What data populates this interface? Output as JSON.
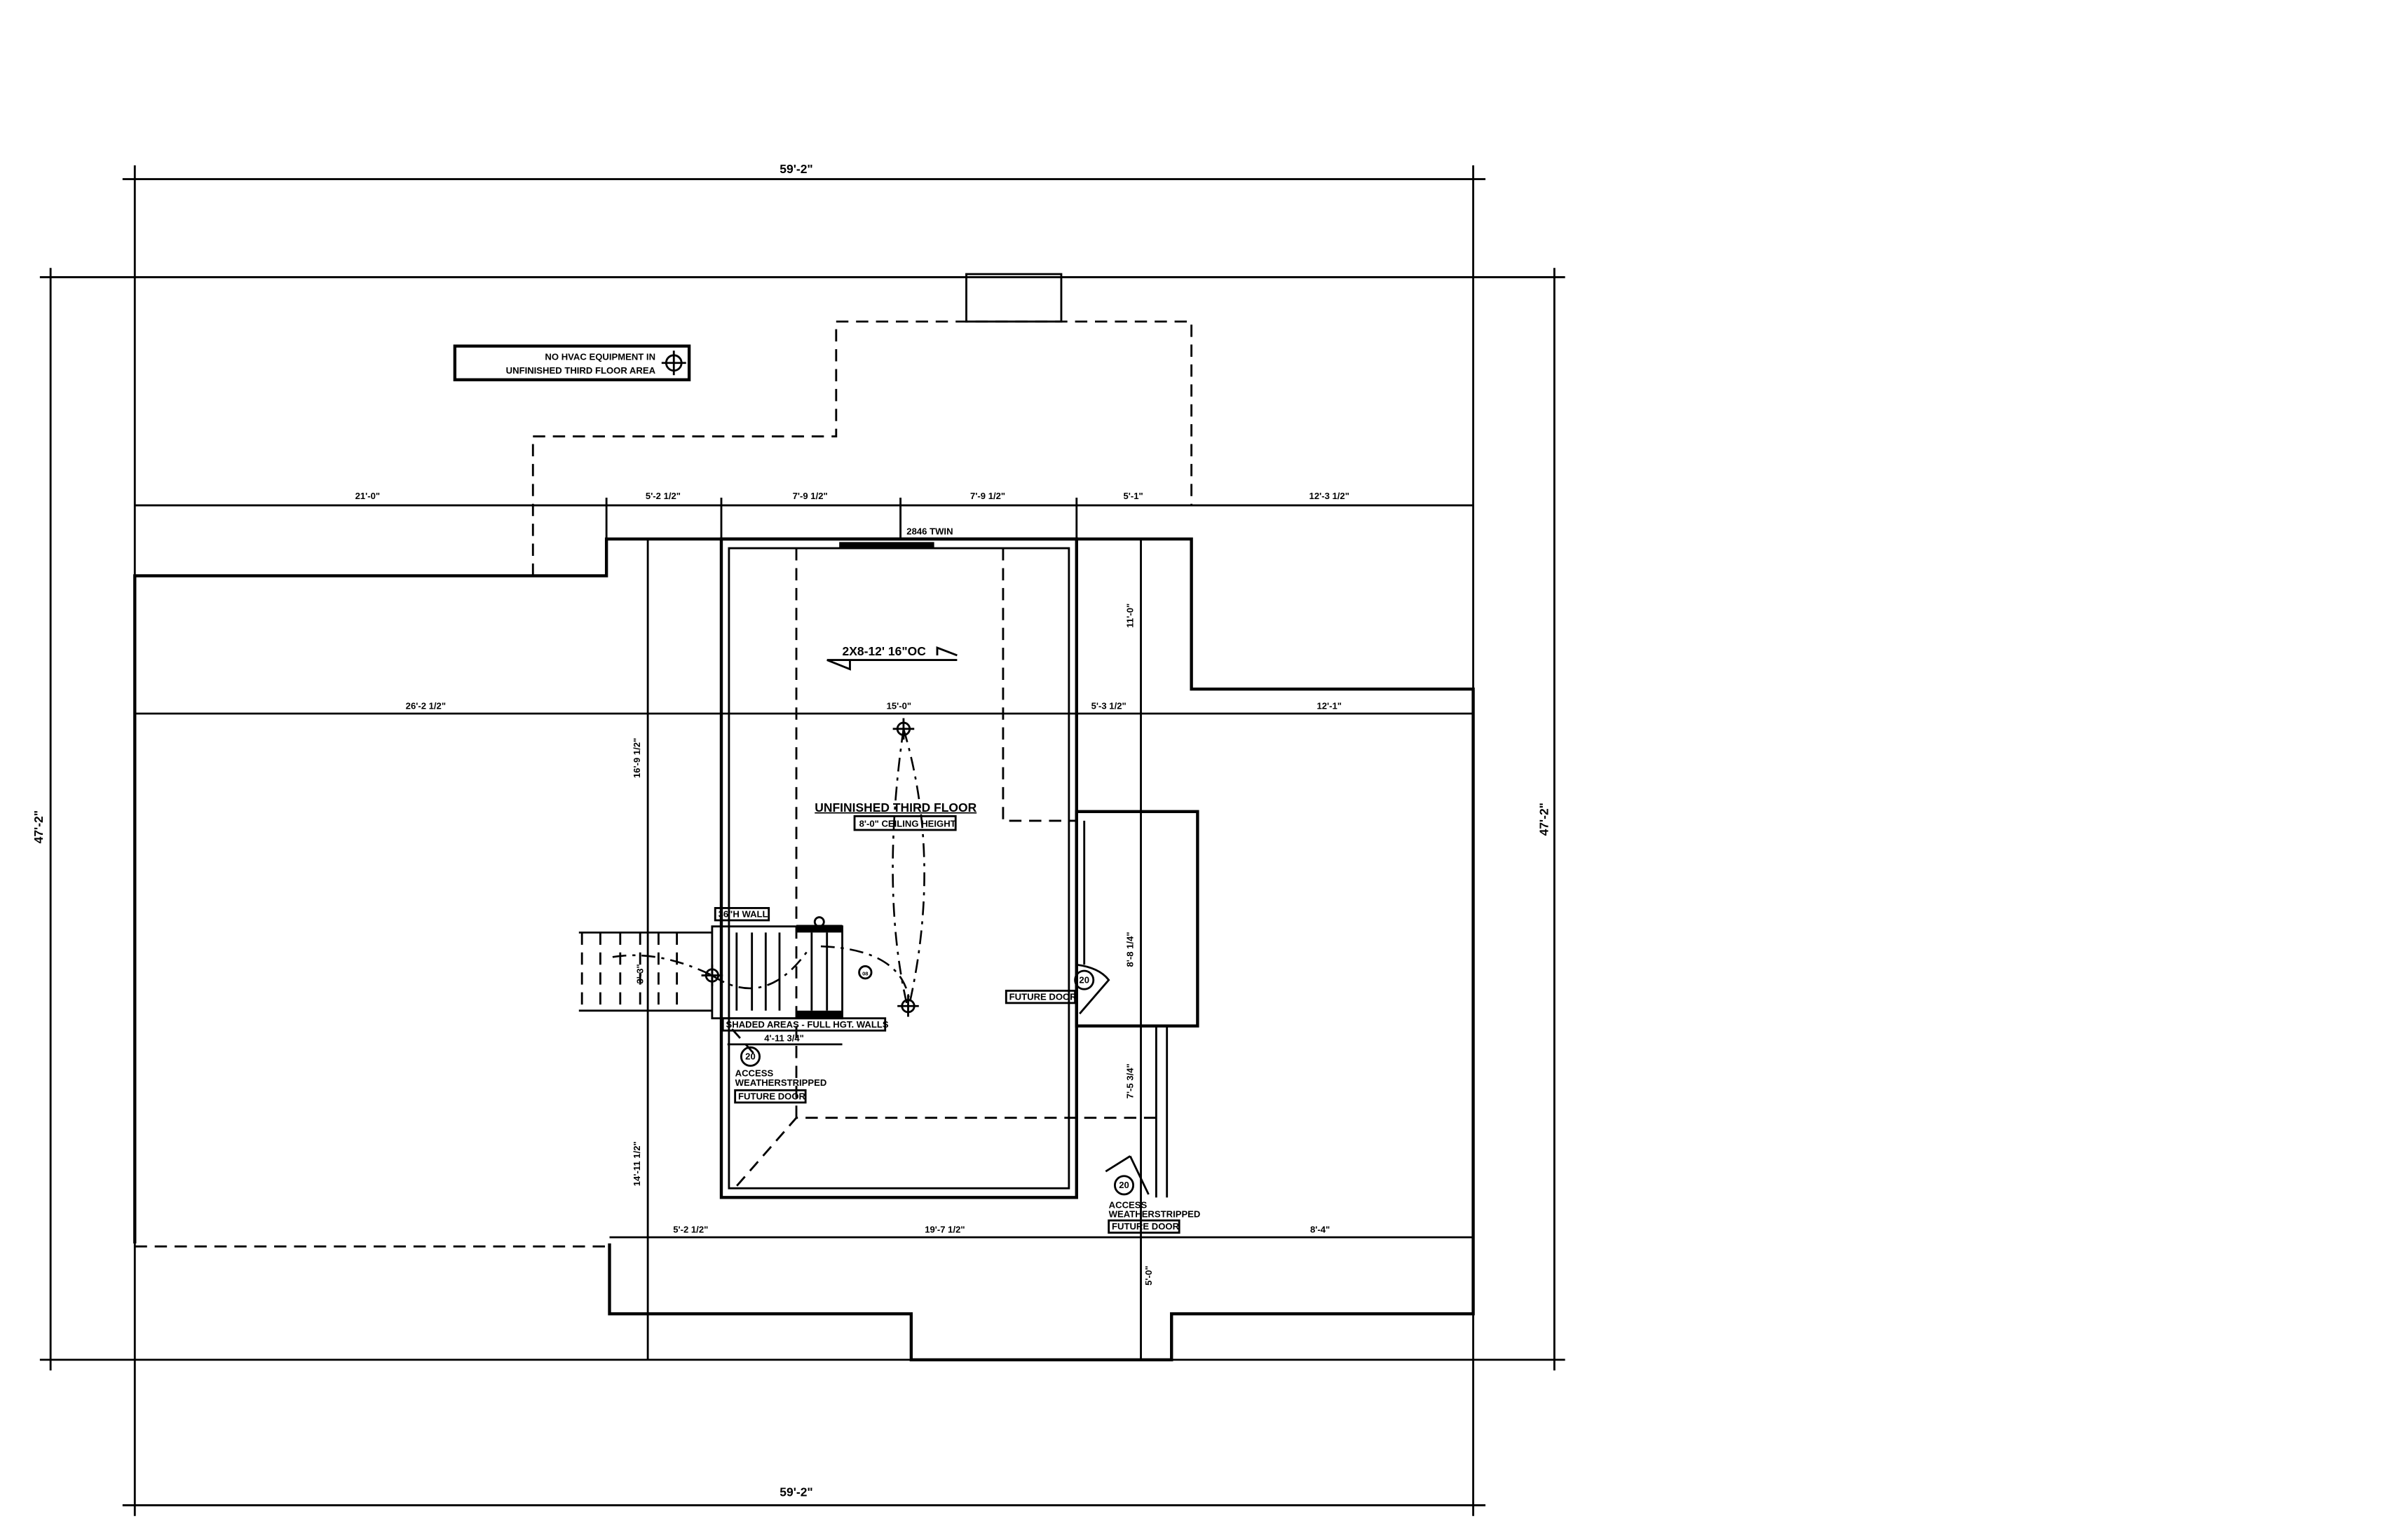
{
  "dimensions": {
    "overall_width_top": "59'-2\"",
    "overall_width_bottom": "59'-2\"",
    "overall_depth_left": "47'-2\"",
    "overall_depth_right": "47'-2\"",
    "upper_row": [
      "21'-0\"",
      "5'-2 1/2\"",
      "7'-9 1/2\"",
      "7'-9 1/2\"",
      "5'-1\"",
      "12'-3 1/2\""
    ],
    "middle_row": [
      "26'-2 1/2\"",
      "15'-0\"",
      "5'-3 1/2\"",
      "12'-1\""
    ],
    "lower_row": [
      "5'-2 1/2\"",
      "19'-7 1/2\"",
      "8'-4\""
    ],
    "left_vertical": [
      "16'-9 1/2\"",
      "14'-11 1/2\""
    ],
    "right_vertical": [
      "11'-0\"",
      "8'-8 1/4\"",
      "7'-5 3/4\"",
      "5'-0\""
    ],
    "stair_width": "4'-11 3/4\"",
    "stair_depth": "3'-3\""
  },
  "notes": {
    "hvac_line1": "NO HVAC EQUIPMENT IN",
    "hvac_line2": "UNFINISHED THIRD FLOOR AREA",
    "window": "2846 TWIN",
    "joists": "2X8-12' 16\"OC",
    "room_name": "UNFINISHED THIRD FLOOR",
    "ceiling": "8'-0\" CEILING HEIGHT",
    "wall_note": "36\"H WALL",
    "shaded_note": "SHADED AREAS - FULL HGT. WALLS",
    "future_door": "FUTURE DOOR",
    "access1": "ACCESS",
    "access2": "WEATHERSTRIPPED",
    "door_tag": "20",
    "fixture_tag": "08"
  }
}
